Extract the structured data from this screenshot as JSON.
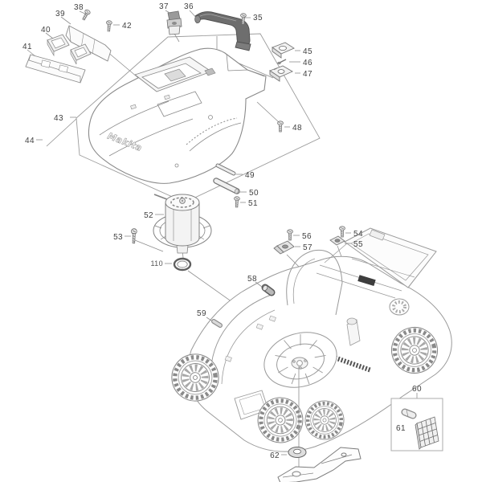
{
  "diagram": {
    "type": "exploded-parts-diagram",
    "subject": "cordless-lawn-mower",
    "brand_logo_text": "Makita",
    "colors": {
      "background": "#ffffff",
      "outline": "#8a8a8a",
      "leader_line": "#8f8f8f",
      "label_text": "#414141",
      "handle_fill": "#6e6e6e",
      "dark_cap_fill": "#b9b9b9",
      "contact_strip": "#3d3d3d"
    },
    "labels": {
      "p35": "35",
      "p36": "36",
      "p37": "37",
      "p38": "38",
      "p39": "39",
      "p40": "40",
      "p41": "41",
      "p42": "42",
      "p43": "43",
      "p44": "44",
      "p45": "45",
      "p46": "46",
      "p47": "47",
      "p48": "48",
      "p49": "49",
      "p50": "50",
      "p51": "51",
      "p52": "52",
      "p53": "53",
      "p54": "54",
      "p55": "55",
      "p56": "56",
      "p57": "57",
      "p58": "58",
      "p59": "59",
      "p60": "60",
      "p61": "61",
      "p62": "62",
      "p110": "110"
    }
  }
}
